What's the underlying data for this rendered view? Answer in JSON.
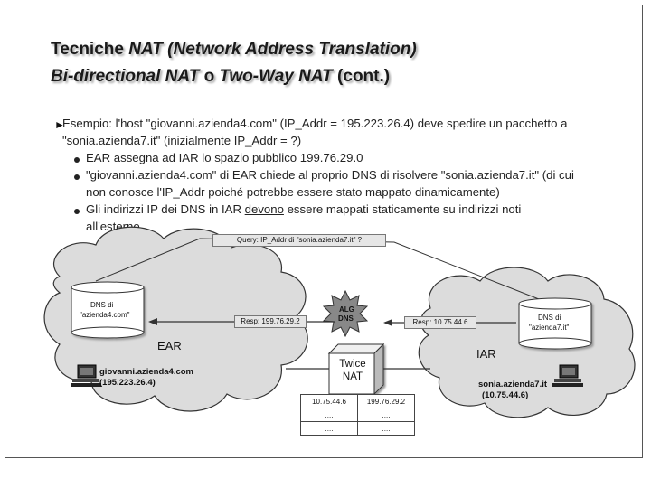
{
  "slide": {
    "title_line1_plain": "Tecniche ",
    "title_line1_italic": "NAT (Network Address Translation)",
    "title_line2_italic1": "Bi-directional NAT",
    "title_line2_plain": " o ",
    "title_line2_italic2": "Two-Way NAT",
    "title_line2_end": " (cont.)",
    "intro_line1": "Esempio: l'host \"giovanni.azienda4.com\" (IP_Addr = 195.223.26.4) deve spedire un pacchetto a",
    "intro_line2": "\"sonia.azienda7.it\" (inizialmente IP_Addr = ?)",
    "bullets": [
      {
        "lines": [
          "EAR assegna ad IAR lo spazio pubblico 199.76.29.0"
        ]
      },
      {
        "lines": [
          "\"giovanni.azienda4.com\" di EAR chiede al proprio DNS di risolvere \"sonia.azienda7.it\" (di cui",
          "non conosce l'IP_Addr poiché potrebbe essere stato mappato dinamicamente)"
        ]
      },
      {
        "lines_pre": "Gli indirizzi IP dei DNS in IAR ",
        "underlined": "devono",
        "lines_post": " essere mappati staticamente su indirizzi noti",
        "line2": "all'esterno"
      }
    ]
  },
  "diagram": {
    "query_label": "Query: IP_Addr di \"sonia.azienda7.it\" ?",
    "resp_left": "Resp: 199.76.29.2",
    "resp_right": "Resp: 10.75.44.6",
    "alg_label_1": "ALG",
    "alg_label_2": "DNS",
    "dns_left_1": "DNS di",
    "dns_left_2": "\"azienda4.com\"",
    "dns_right_1": "DNS di",
    "dns_right_2": "\"azienda7.it\"",
    "ear_label": "EAR",
    "iar_label": "IAR",
    "host_left_name": "giovanni.azienda4.com",
    "host_left_ip": "(195.223.26.4)",
    "host_right_name": "sonia.azienda7.it",
    "host_right_ip": "(10.75.44.6)",
    "nat_label_1": "Twice",
    "nat_label_2": "NAT",
    "nat_table": [
      [
        "10.75.44.6",
        "199.76.29.2"
      ],
      [
        "....",
        "...."
      ],
      [
        "....",
        "...."
      ]
    ]
  }
}
